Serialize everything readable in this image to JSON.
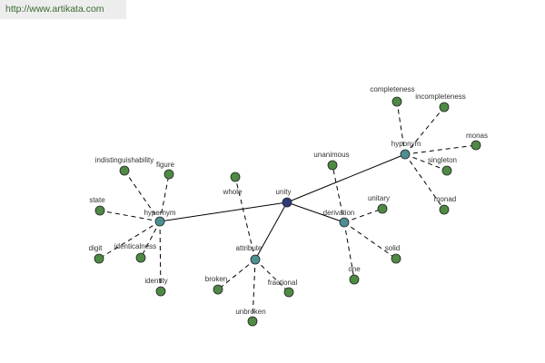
{
  "site_url": "http://www.artikata.com",
  "colors": {
    "background": "#ffffff",
    "banner": "#ededed",
    "url_text": "#3a6a2f",
    "center_node": "#2b3a78",
    "hub_node": "#4e8f92",
    "leaf_node": "#4f8a45",
    "edge": "#000000"
  },
  "graph": {
    "center": {
      "id": "unity",
      "label": "unity"
    },
    "hubs": [
      {
        "id": "hypernym",
        "label": "hypernym",
        "leaves": [
          {
            "id": "indistinguishability",
            "label": "indistinguishability"
          },
          {
            "id": "figure",
            "label": "figure"
          },
          {
            "id": "state",
            "label": "state"
          },
          {
            "id": "digit",
            "label": "digit"
          },
          {
            "id": "identicalness",
            "label": "identicalness"
          },
          {
            "id": "identity",
            "label": "identity"
          }
        ]
      },
      {
        "id": "attribute",
        "label": "attribute",
        "leaves": [
          {
            "id": "whole",
            "label": "whole"
          },
          {
            "id": "broken",
            "label": "broken"
          },
          {
            "id": "fractional",
            "label": "fractional"
          },
          {
            "id": "unbroken",
            "label": "unbroken"
          }
        ]
      },
      {
        "id": "derivation",
        "label": "derivation",
        "leaves": [
          {
            "id": "unanimous",
            "label": "unanimous"
          },
          {
            "id": "unitary",
            "label": "unitary"
          },
          {
            "id": "solid",
            "label": "solid"
          },
          {
            "id": "one",
            "label": "one"
          }
        ]
      },
      {
        "id": "hyponym",
        "label": "hyponym",
        "leaves": [
          {
            "id": "completeness",
            "label": "completeness"
          },
          {
            "id": "incompleteness",
            "label": "incompleteness"
          },
          {
            "id": "monas",
            "label": "monas"
          },
          {
            "id": "singleton",
            "label": "singleton"
          },
          {
            "id": "monad",
            "label": "monad"
          }
        ]
      }
    ]
  }
}
